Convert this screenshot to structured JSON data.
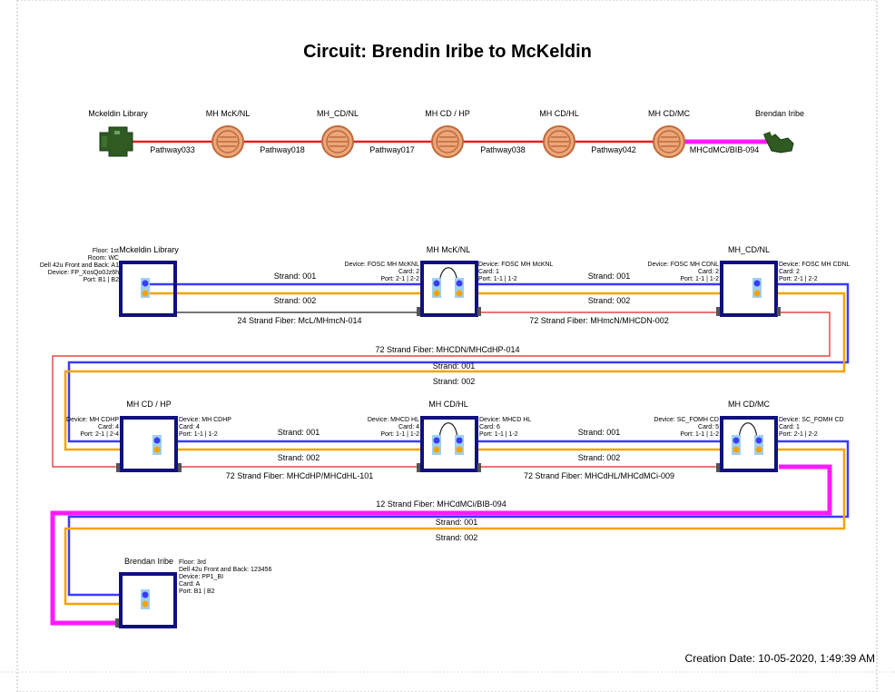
{
  "title": "Circuit: Brendin Iribe to McKeldin",
  "creation_date": "Creation Date: 10-05-2020, 1:49:39 AM",
  "pathway": {
    "nodes": [
      {
        "label": "Mckeldin Library",
        "icon": "building-icon"
      },
      {
        "label": "MH McK/NL",
        "icon": "manhole-icon"
      },
      {
        "label": "MH_CD/NL",
        "icon": "manhole-icon"
      },
      {
        "label": "MH CD / HP",
        "icon": "manhole-icon"
      },
      {
        "label": "MH CD/HL",
        "icon": "manhole-icon"
      },
      {
        "label": "MH CD/MC",
        "icon": "manhole-icon"
      },
      {
        "label": "Brendan Iribe",
        "icon": "building-icon"
      }
    ],
    "links": [
      "Pathway033",
      "Pathway018",
      "Pathway017",
      "Pathway038",
      "Pathway042",
      "MHCdMCi/BIB-094"
    ]
  },
  "row1": {
    "nodes": [
      {
        "label": "Mckeldin Library",
        "left_info": [
          "Floor: 1st",
          "Room: WC",
          "Dell 42u Front and Back: A1",
          "Device: FP_XosQo0Jz6h",
          "Port: B1 | B2"
        ]
      },
      {
        "label": "MH McK/NL",
        "left_info": [
          "Device: FOSC MH McKNL",
          "Card: 2",
          "Port: 2-1 | 2-2"
        ],
        "right_info": [
          "Device: FOSC MH McKNL",
          "Card: 1",
          "Port: 1-1 | 1-2"
        ]
      },
      {
        "label": "MH_CD/NL",
        "left_info": [
          "Device: FOSC MH CDNL",
          "Card: 2",
          "Port: 1-1 | 1-2"
        ],
        "right_info": [
          "Device: FOSC MH CDNL",
          "Card: 2",
          "Port: 2-1 | 2-2"
        ]
      }
    ],
    "strands": [
      {
        "top": "Strand: 001",
        "bottom": "Strand: 002"
      },
      {
        "top": "Strand: 001",
        "bottom": "Strand: 002"
      }
    ],
    "cables": [
      "24 Strand Fiber: McL/MHmcN-014",
      "72 Strand Fiber: MHmcN/MHCDN-002"
    ]
  },
  "crossover1": {
    "cable": "72 Strand Fiber: MHCDN/MHCdHP-014",
    "top": "Strand: 001",
    "bottom": "Strand: 002"
  },
  "row2": {
    "nodes": [
      {
        "label": "MH CD / HP",
        "left_info": [
          "Device: MH CDHP",
          "Card: 4",
          "Port: 2-1 | 2-4"
        ],
        "right_info": [
          "Device: MH CDHP",
          "Card: 4",
          "Port: 1-1 | 1-2"
        ]
      },
      {
        "label": "MH CD/HL",
        "left_info": [
          "Device: MHCD HL",
          "Card: 4",
          "Port: 1-1 | 1-2"
        ],
        "right_info": [
          "Device: MHCD HL",
          "Card: 6",
          "Port: 1-1 | 1-2"
        ]
      },
      {
        "label": "MH CD/MC",
        "left_info": [
          "Device: SC_FOMH CD",
          "Card: 5",
          "Port: 1-1 | 1-2"
        ],
        "right_info": [
          "Device: SC_FOMH CD",
          "Card: 1",
          "Port: 2-1 | 2-2"
        ]
      }
    ],
    "strands": [
      {
        "top": "Strand: 001",
        "bottom": "Strand: 002"
      },
      {
        "top": "Strand: 001",
        "bottom": "Strand: 002"
      }
    ],
    "cables": [
      "72 Strand Fiber: MHCdHP/MHCdHL-101",
      "72 Strand Fiber: MHCdHL/MHCdMCi-009"
    ]
  },
  "crossover2": {
    "cable": "12 Strand Fiber: MHCdMCi/BIB-094",
    "top": "Strand: 001",
    "bottom": "Strand: 002"
  },
  "row3": {
    "node": {
      "label": "Brendan Iribe",
      "right_info": [
        "Floor: 3rd",
        "Dell 42u Front and Back: 123456",
        "Device: PP1_BI",
        "Card: A",
        "Port: B1 | B2"
      ]
    }
  },
  "colors": {
    "box": "#101080",
    "strand1": "#3b3bff",
    "strand2": "#f5a300",
    "cable_red": "#e02020",
    "cable_magenta": "#ff1aff",
    "cable_black": "#222222",
    "port": "#9fd0ee",
    "manhole_fill": "#eba77a",
    "manhole_stroke": "#c06a3a",
    "building": "#2f5a22"
  }
}
